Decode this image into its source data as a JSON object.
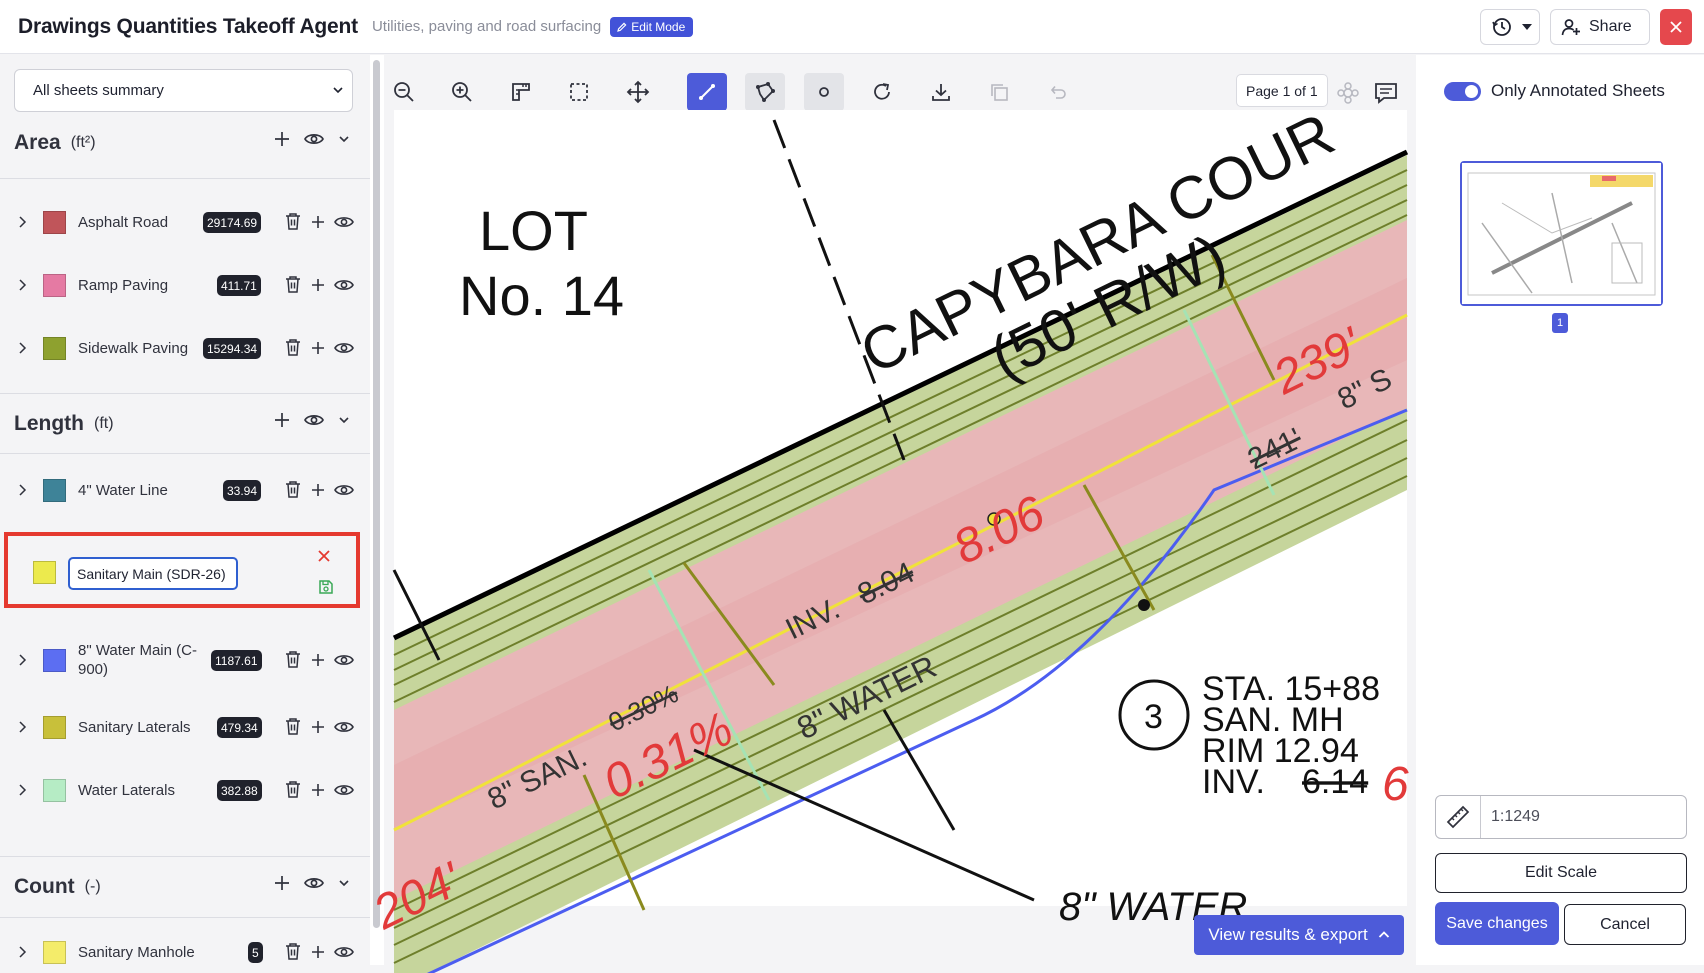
{
  "header": {
    "title": "Drawings Quantities Takeoff Agent",
    "subtitle": "Utilities, paving and road surfacing",
    "mode_badge": "Edit Mode",
    "share_label": "Share"
  },
  "sidebar": {
    "sheet_select": "All sheets summary",
    "sections": {
      "area": {
        "title": "Area",
        "unit": "(ft²)"
      },
      "length": {
        "title": "Length",
        "unit": "(ft)"
      },
      "count": {
        "title": "Count",
        "unit": "(-)"
      }
    },
    "area_items": [
      {
        "label": "Asphalt Road",
        "value": "29174.69",
        "color": "#c0555a"
      },
      {
        "label": "Ramp Paving",
        "value": "411.71",
        "color": "#e57aa3"
      },
      {
        "label": "Sidewalk Paving",
        "value": "15294.34",
        "color": "#8ea12f"
      }
    ],
    "length_items": [
      {
        "label": "4\" Water Line",
        "value": "33.94",
        "color": "#3e8398"
      },
      {
        "label": "8\" Water Main (C-900)",
        "value": "1187.61",
        "color": "#5c6ef2"
      },
      {
        "label": "Sanitary Laterals",
        "value": "479.34",
        "color": "#c8c03a"
      },
      {
        "label": "Water Laterals",
        "value": "382.88",
        "color": "#b6ecc5"
      }
    ],
    "editing_item": {
      "value": "Sanitary Main (SDR-26)",
      "color": "#ecea4d"
    },
    "count_items": [
      {
        "label": "Sanitary Manhole",
        "value": "5",
        "color": "#f4ec6a"
      }
    ]
  },
  "viewer": {
    "page_label": "Page 1 of 1",
    "export_label": "View results & export",
    "drawing_texts": {
      "lot": "LOT",
      "lot_no": "No.  14",
      "road": "CAPYBARA COUR",
      "road_rw": "(50' R/W)",
      "inv_a": "INV.",
      "inv_a_old": "8.04",
      "inv_a_new": "8.06",
      "water_8": "8\" WATER",
      "san_8": "8\" SAN.",
      "slope_old": "0.30%",
      "slope_new": "0.31%",
      "len_239": "239'",
      "len_241": "241'",
      "len_8": "8\" S",
      "len_204": "204'",
      "sta_num": "3",
      "sta": "STA.  15+88",
      "san_mh": "SAN.  MH",
      "rim": "RIM  12.94",
      "inv_b": "INV.",
      "inv_b_old": "6.14",
      "inv_b_new": "6",
      "water_bottom": "8\"  WATER"
    }
  },
  "right_panel": {
    "toggle_label": "Only Annotated Sheets",
    "thumb_num": "1",
    "scale_value": "1:1249",
    "edit_scale_label": "Edit Scale",
    "save_label": "Save changes",
    "cancel_label": "Cancel"
  }
}
